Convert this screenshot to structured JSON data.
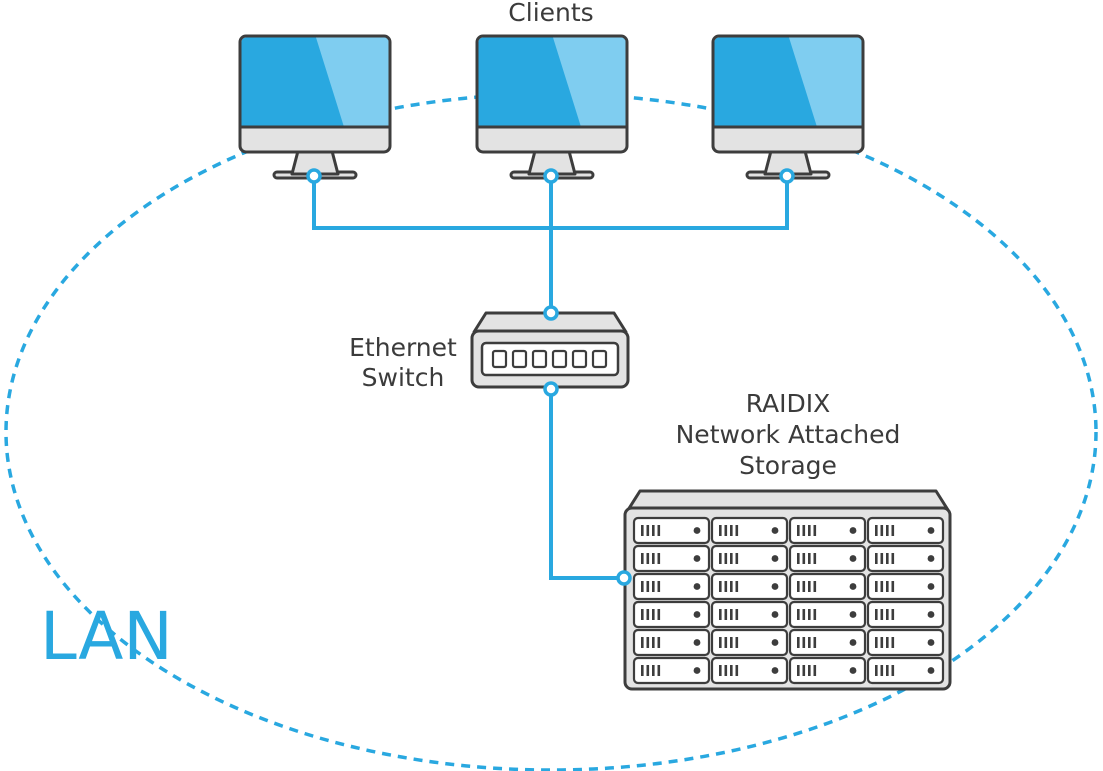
{
  "labels": {
    "clients": "Clients",
    "switch_line1": "Ethernet",
    "switch_line2": "Switch",
    "storage_line1": "RAIDIX",
    "storage_line2": "Network Attached",
    "storage_line3": "Storage",
    "lan": "LAN"
  },
  "colors": {
    "accent": "#29a8e0",
    "screen": "#29a8e0",
    "screen_highlight": "#7fcdf0",
    "device_fill": "#e3e3e3",
    "outline": "#3d3d3d",
    "text": "#3b3b3b"
  },
  "storage": {
    "rows": 6,
    "columns": 4
  }
}
